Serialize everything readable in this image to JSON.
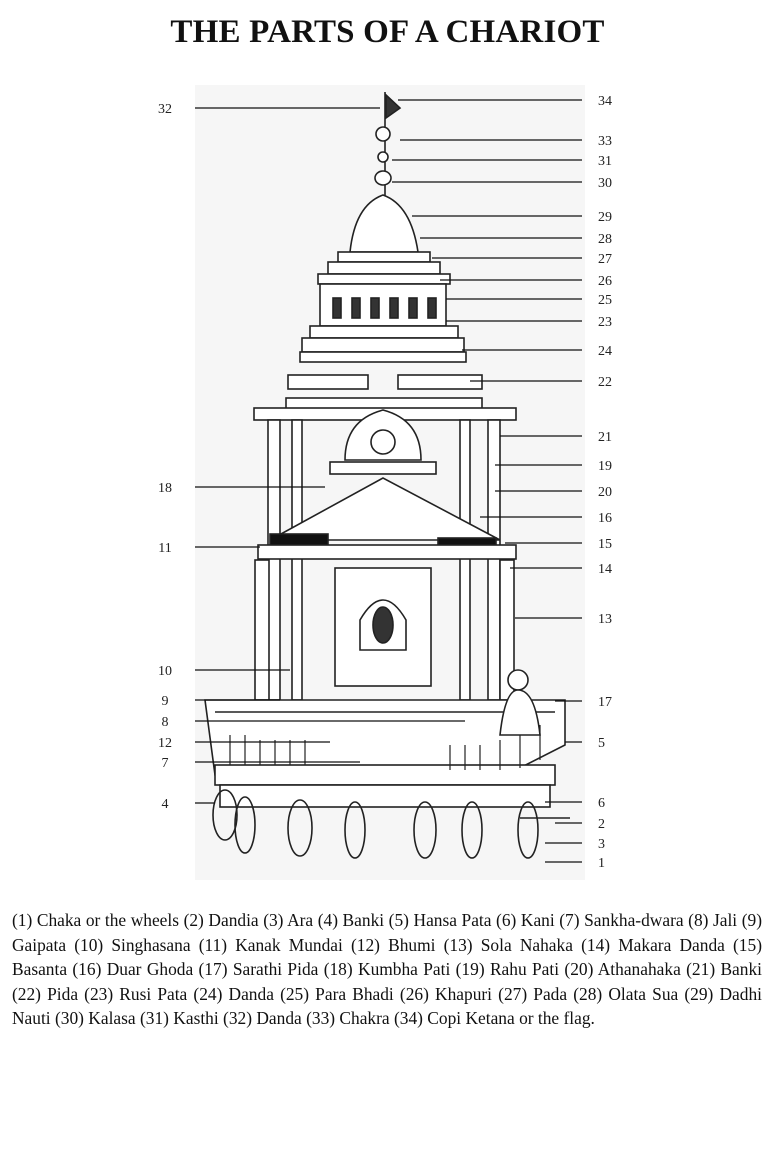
{
  "title": "THE  PARTS OF A CHARIOT",
  "labels": {
    "right": [
      "34",
      "33",
      "31",
      "30",
      "29",
      "28",
      "27",
      "26",
      "25",
      "23",
      "24",
      "22",
      "21",
      "19",
      "20",
      "16",
      "15",
      "14",
      "13",
      "17",
      "5",
      "6",
      "2",
      "3",
      "1"
    ],
    "left": [
      "32",
      "18",
      "11",
      "10",
      "9",
      "8",
      "12",
      "7",
      "4"
    ]
  },
  "caption": "(1) Chaka or the wheels (2) Dandia (3) Ara (4) Banki (5) Hansa Pata (6) Kani (7) Sankha-dwara (8) Jali (9) Gaipata (10) Singhasana (11) Kanak Mundai (12) Bhumi (13) Sola Nahaka (14) Makara Danda (15) Basanta (16) Duar Ghoda (17) Sarathi Pida (18) Kumbha Pati (19) Rahu Pati (20) Athanahaka (21) Banki (22) Pida (23) Rusi Pata (24) Danda (25) Para Bhadi (26) Khapuri (27) Pada (28) Olata Sua (29) Dadhi Nauti (30) Kalasa  (31) Kasthi (32) Danda (33) Chakra (34) Copi Ketana or the flag."
}
